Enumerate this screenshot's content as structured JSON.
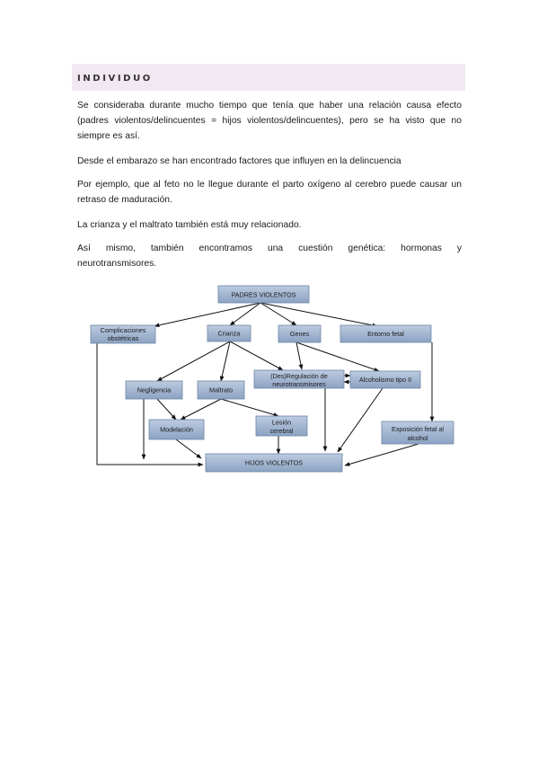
{
  "heading": "INDIVIDUO",
  "paragraphs": {
    "p1": "Se consideraba durante mucho tiempo que tenía que haber una relación causa efecto (padres violentos/delincuentes = hijos violentos/delincuentes), pero se ha visto que no siempre es así.",
    "p2": "Desde el embarazo se han encontrado factores que influyen en la delincuencia",
    "p3": "Por ejemplo, que al feto no le llegue durante el parto oxígeno al cerebro puede causar un retraso de maduración.",
    "p4": "La crianza y el maltrato también está muy relacionado.",
    "p5_line1": "Así mismo, también encontramos una cuestión genética: hormonas y",
    "p5_line2": "neurotransmisores."
  },
  "diagram": {
    "padres": "PADRES VIOLENTOS",
    "complicaciones_1": "Complicaciones",
    "complicaciones_2": "obstétricas",
    "crianza": "Crianza",
    "genes": "Genes",
    "entorno": "Entorno fetal",
    "negligencia": "Negligencia",
    "maltrato": "Maltrato",
    "desregulacion_1": "(Des)Regulación de",
    "desregulacion_2": "neurotransmisores",
    "alcoholismo": "Alcoholismo tipo II",
    "modelacion": "Modelación",
    "lesion_1": "Lesión",
    "lesion_2": "cerebral",
    "exposicion_1": "Exposición fetal al",
    "exposicion_2": "alcohol",
    "hijos": "HIJOS VIOLENTOS"
  },
  "colors": {
    "heading_bg": "#f1e8f1",
    "box_top": "#b9c8de",
    "box_bottom": "#8ea4c4"
  }
}
